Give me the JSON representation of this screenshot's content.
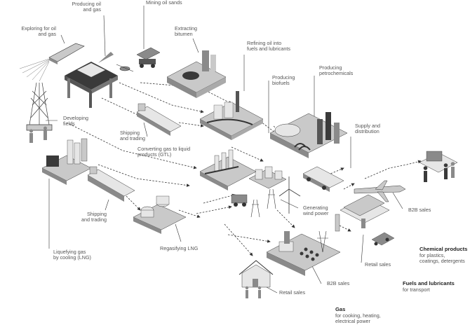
{
  "labels": {
    "exploring": "Exploring for oil\nand gas",
    "producing_oil_gas": "Producing oil\nand gas",
    "mining_oil_sands": "Mining oil sands",
    "extracting_bitumen": "Extracting\nbitumen",
    "refining": "Refining oil into\nfuels and lubricants",
    "producing_biofuels": "Producing\nbiofuels",
    "producing_petrochemicals": "Producing\npetrochemicals",
    "developing_fields": "Developing\nfields",
    "shipping_trading_top": "Shipping\nand trading",
    "gtl": "Converting gas to liquid\nproducts (GTL)",
    "supply_distribution": "Supply and\ndistribution",
    "b2b_sales_top": "B2B sales",
    "generating_wind": "Generating\nwind power",
    "shipping_trading_bottom": "Shipping\nand trading",
    "lng": "Liquefying gas\nby cooling (LNG)",
    "regasifying": "Regasifying LNG",
    "retail_sales_mid": "Retail sales",
    "b2b_sales_bottom": "B2B sales",
    "retail_sales_bottom": "Retail sales"
  },
  "legend": [
    {
      "title": "Chemical products",
      "text": "for plastics,\ncoatings, detergents"
    },
    {
      "title": "Fuels and lubricants",
      "text": "for transport"
    },
    {
      "title": "Gas",
      "text": "for cooking, heating,\nelectrical power"
    }
  ],
  "colors": {
    "line": "#333333",
    "dark": "#3a3a3a",
    "mid": "#8a8a8a",
    "light": "#c9c9c9",
    "pale": "#e6e6e6"
  }
}
